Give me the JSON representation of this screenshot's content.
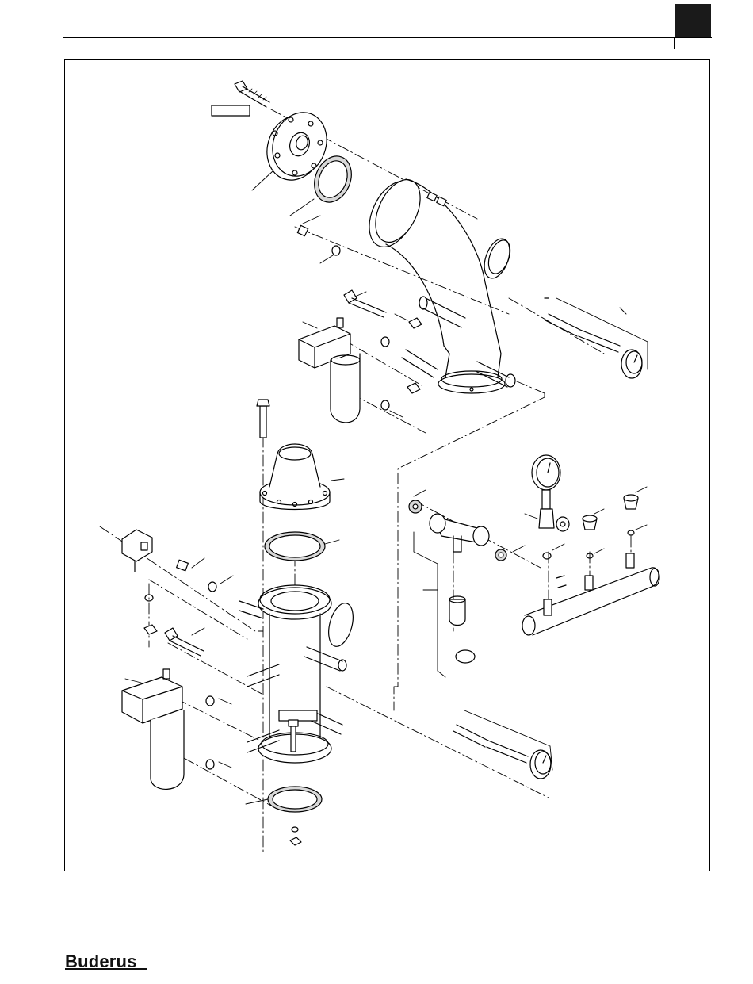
{
  "page": {
    "brand": "Buderus"
  },
  "figure": {
    "type": "exploded-parts-diagram",
    "label_boxes": [
      "",
      ""
    ],
    "components": [
      "flange-bolt",
      "blind-flange",
      "flange-gasket",
      "elbow-header",
      "thermometer",
      "pressure-switch",
      "water-level-limiter",
      "domed-cover-flange",
      "vertical-header",
      "pressure-gauge",
      "ball-valve-tee",
      "gauge-manifold",
      "nut",
      "washer",
      "plug"
    ]
  }
}
